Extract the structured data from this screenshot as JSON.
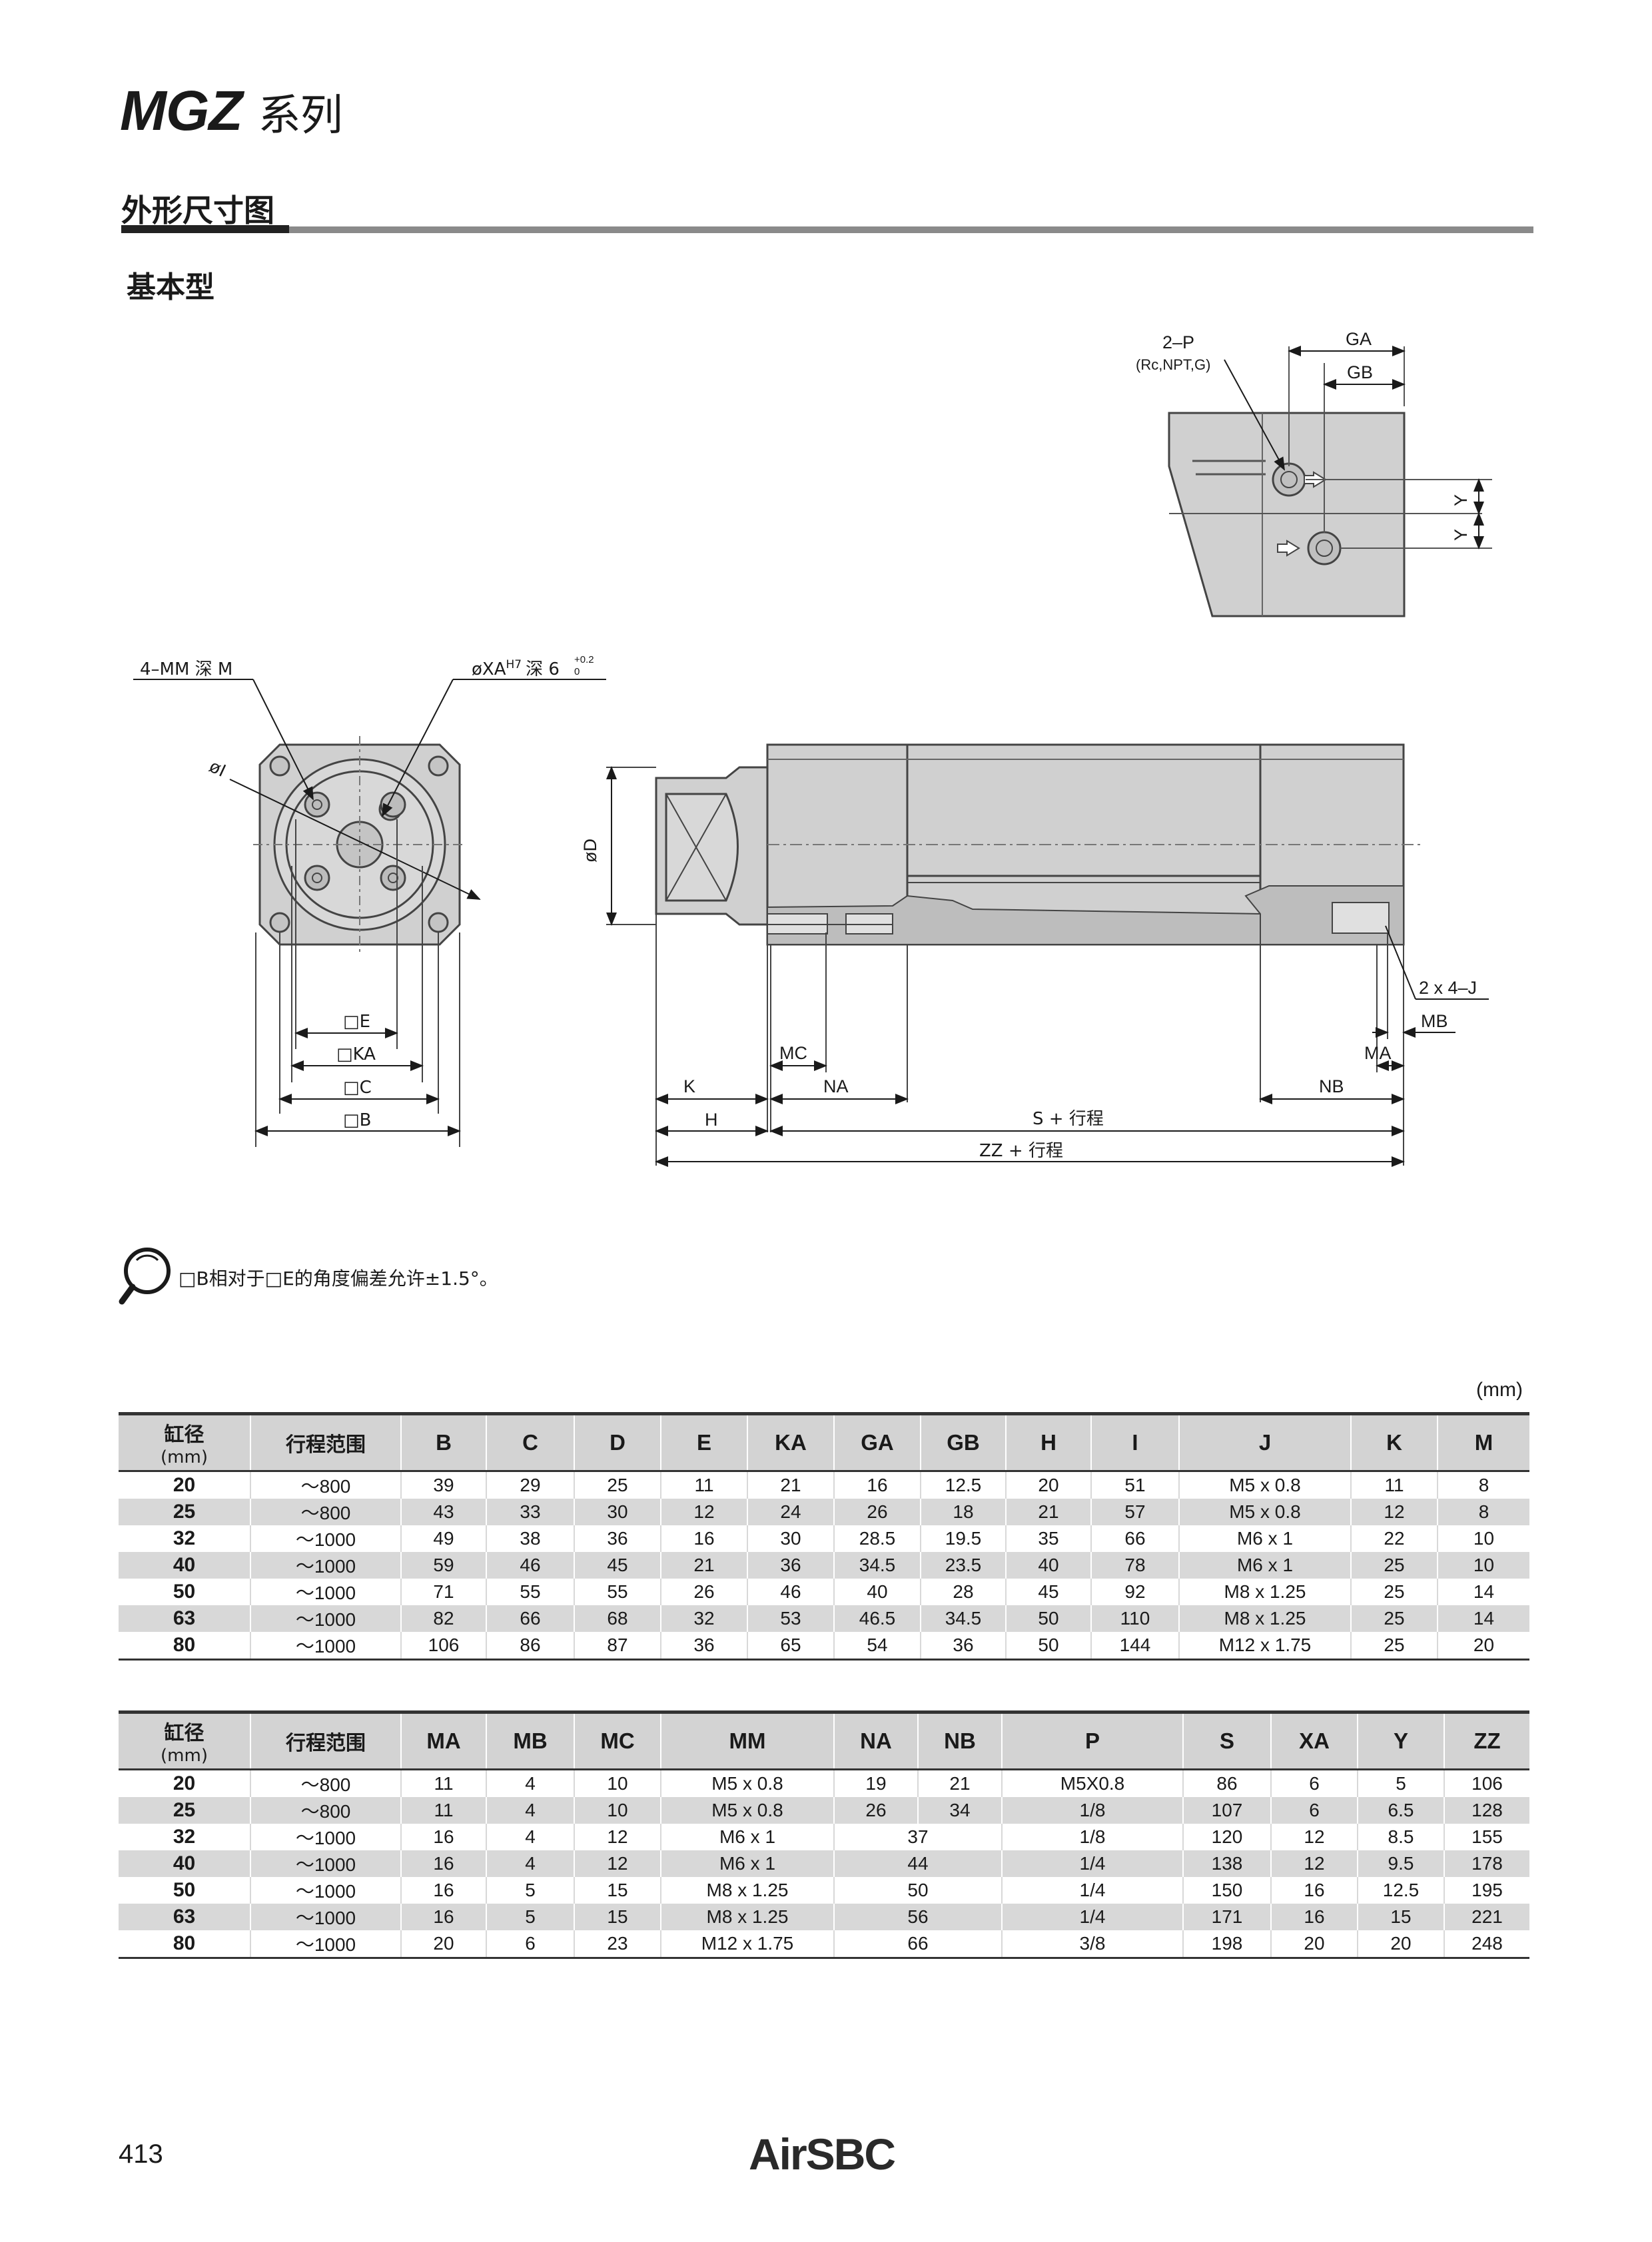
{
  "header": {
    "series_code": "MGZ",
    "series_suffix": "系列",
    "section_title": "外形尺寸图",
    "sub_title": "基本型"
  },
  "drawing": {
    "labels": {
      "port": "2–P",
      "port_types": "(Rc,NPT,G)",
      "ga": "GA",
      "gb": "GB",
      "y": "Y",
      "mm_depth": "4–MM 深 M",
      "xa_hole": "øXA",
      "xa_tol": "H7",
      "xa_depth": "深 6",
      "xa_depth_tol_upper": "+0.2",
      "xa_depth_tol_lower": "0",
      "phi_i": "øI",
      "phi_d": "øD",
      "sq_e": "□E",
      "sq_ka": "□KA",
      "sq_c": "□C",
      "sq_b": "□B",
      "j": "2 x 4–J",
      "mb": "MB",
      "ma": "MA",
      "mc": "MC",
      "k": "K",
      "na": "NA",
      "nb": "NB",
      "h": "H",
      "s_stroke": "S + 行程",
      "zz_stroke": "ZZ + 行程"
    }
  },
  "note": {
    "text": "□B相对于□E的角度偏差允许±1.5°。"
  },
  "unit": "(mm)",
  "table1": {
    "headers": [
      "缸径",
      "(mm)",
      "行程范围",
      "B",
      "C",
      "D",
      "E",
      "KA",
      "GA",
      "GB",
      "H",
      "I",
      "J",
      "K",
      "M"
    ],
    "rows": [
      [
        "20",
        "～800",
        "39",
        "29",
        "25",
        "11",
        "21",
        "16",
        "12.5",
        "20",
        "51",
        "M5 x 0.8",
        "11",
        "8"
      ],
      [
        "25",
        "～800",
        "43",
        "33",
        "30",
        "12",
        "24",
        "26",
        "18",
        "21",
        "57",
        "M5 x 0.8",
        "12",
        "8"
      ],
      [
        "32",
        "～1000",
        "49",
        "38",
        "36",
        "16",
        "30",
        "28.5",
        "19.5",
        "35",
        "66",
        "M6 x 1",
        "22",
        "10"
      ],
      [
        "40",
        "～1000",
        "59",
        "46",
        "45",
        "21",
        "36",
        "34.5",
        "23.5",
        "40",
        "78",
        "M6 x 1",
        "25",
        "10"
      ],
      [
        "50",
        "～1000",
        "71",
        "55",
        "55",
        "26",
        "46",
        "40",
        "28",
        "45",
        "92",
        "M8 x 1.25",
        "25",
        "14"
      ],
      [
        "63",
        "～1000",
        "82",
        "66",
        "68",
        "32",
        "53",
        "46.5",
        "34.5",
        "50",
        "110",
        "M8 x 1.25",
        "25",
        "14"
      ],
      [
        "80",
        "～1000",
        "106",
        "86",
        "87",
        "36",
        "65",
        "54",
        "36",
        "50",
        "144",
        "M12 x 1.75",
        "25",
        "20"
      ]
    ]
  },
  "table2": {
    "headers": [
      "缸径",
      "(mm)",
      "行程范围",
      "MA",
      "MB",
      "MC",
      "MM",
      "NA",
      "NB",
      "P",
      "S",
      "XA",
      "Y",
      "ZZ"
    ],
    "rows": [
      [
        "20",
        "～800",
        "11",
        "4",
        "10",
        "M5 x 0.8",
        "19",
        "21",
        "M5X0.8",
        "86",
        "6",
        "5",
        "106"
      ],
      [
        "25",
        "～800",
        "11",
        "4",
        "10",
        "M5 x 0.8",
        "26",
        "34",
        "1/8",
        "107",
        "6",
        "6.5",
        "128"
      ],
      [
        "32",
        "～1000",
        "16",
        "4",
        "12",
        "M6 x 1",
        "37",
        "",
        "1/8",
        "120",
        "12",
        "8.5",
        "155"
      ],
      [
        "40",
        "～1000",
        "16",
        "4",
        "12",
        "M6 x 1",
        "44",
        "",
        "1/4",
        "138",
        "12",
        "9.5",
        "178"
      ],
      [
        "50",
        "～1000",
        "16",
        "5",
        "15",
        "M8 x 1.25",
        "50",
        "",
        "1/4",
        "150",
        "16",
        "12.5",
        "195"
      ],
      [
        "63",
        "～1000",
        "16",
        "5",
        "15",
        "M8 x 1.25",
        "56",
        "",
        "1/4",
        "171",
        "16",
        "15",
        "221"
      ],
      [
        "80",
        "～1000",
        "20",
        "6",
        "23",
        "M12 x 1.75",
        "66",
        "",
        "3/8",
        "198",
        "20",
        "20",
        "248"
      ]
    ]
  },
  "footer": {
    "page_number": "413",
    "brand": "AirSBC"
  }
}
